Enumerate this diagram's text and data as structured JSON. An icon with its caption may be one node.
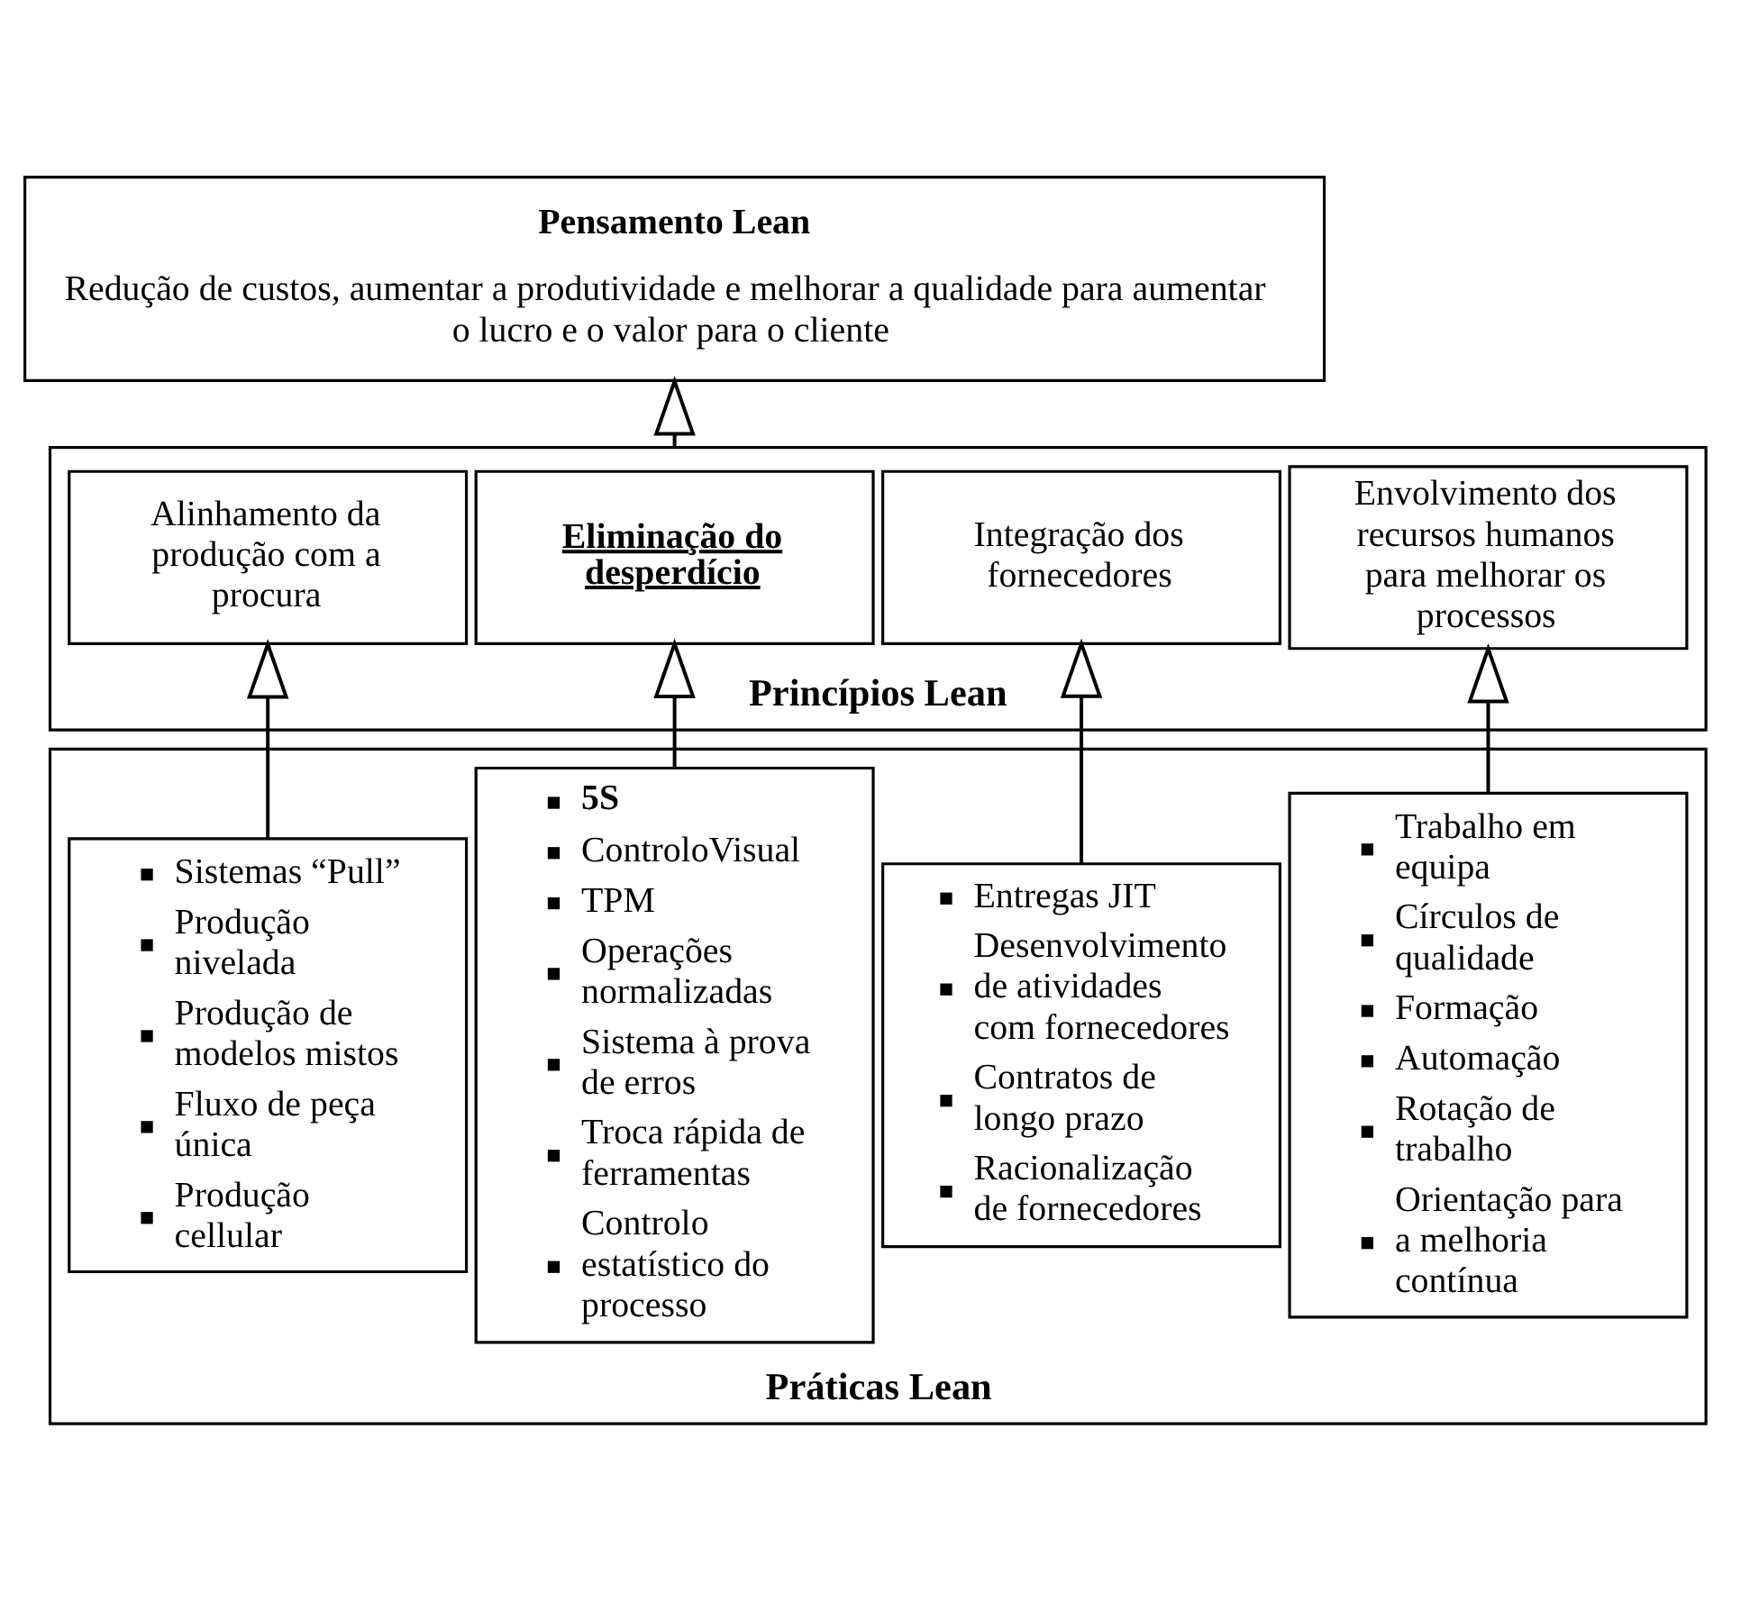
{
  "diagram": {
    "nodes": [
      {
        "text": [
          "Pensamento Lean",
          "Redução de custos, aumentar a produtividade e melhorar a qualidade para aumentar o lucro e o valor para o cliente"
        ]
      },
      {
        "text": [
          "Princípios Lean"
        ]
      },
      {
        "text": [
          "Alinhamento da produção com a procura"
        ],
        "in": 1
      },
      {
        "text": [
          "Eliminação do desperdício"
        ],
        "in": 1
      },
      {
        "text": [
          "Integração dos fornecedores"
        ],
        "in": 1
      },
      {
        "text": [
          "Envolvimento dos recursos humanos para melhorar os processos"
        ],
        "in": 1
      },
      {
        "text": [
          "Práticas Lean"
        ]
      },
      {
        "text": [
          "Sistemas “Pull”",
          "Produção nivelada",
          "Produção de modelos mistos",
          "Fluxo de peça única",
          "Produção cellular"
        ],
        "in": 6
      },
      {
        "text": [
          "5S",
          "ControloVisual",
          "TPM",
          "Operações normalizadas",
          "Sistema à prova de erros",
          "Troca rápida de ferramentas",
          "Controlo estatístico do processo"
        ],
        "in": 6
      },
      {
        "text": [
          "Entregas JIT",
          "Desenvolvimento de atividades com fornecedores",
          "Contratos de longo prazo",
          "Racionalização de fornecedores"
        ],
        "in": 6
      },
      {
        "text": [
          "Trabalho em equipa",
          "Círculos de qualidade",
          "Formação",
          "Automação",
          "Rotação de trabalho",
          "Orientação para a melhoria contínua"
        ],
        "in": 6
      }
    ],
    "edges": [
      {
        "from": 1,
        "to": 0,
        "arrow": "to"
      },
      {
        "from": 7,
        "to": 2,
        "arrow": "to"
      },
      {
        "from": 8,
        "to": 3,
        "arrow": "to"
      },
      {
        "from": 9,
        "to": 4,
        "arrow": "to"
      },
      {
        "from": 10,
        "to": 5,
        "arrow": "to"
      }
    ]
  }
}
